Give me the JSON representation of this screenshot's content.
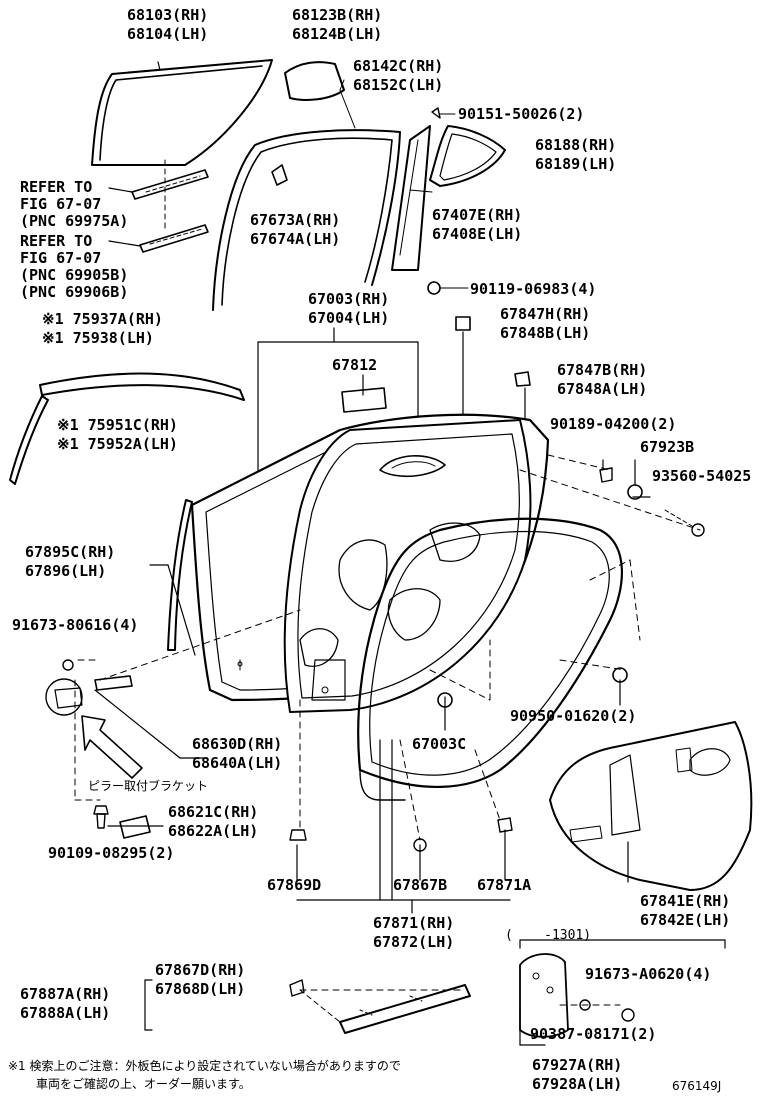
{
  "labels": {
    "p68103": "68103(RH)",
    "p68104": "68104(LH)",
    "p68123b": "68123B(RH)",
    "p68124b": "68124B(LH)",
    "p68142c": "68142C(RH)",
    "p68152c": "68152C(LH)",
    "p90151": "90151-50026(2)",
    "p68188": "68188(RH)",
    "p68189": "68189(LH)",
    "ref1_a": "REFER TO",
    "ref1_b": "FIG 67-07",
    "ref1_c": "(PNC 69975A)",
    "ref2_a": "REFER TO",
    "ref2_b": "FIG 67-07",
    "ref2_c": "(PNC 69905B)",
    "ref2_d": "(PNC 69906B)",
    "p67673a": "67673A(RH)",
    "p67674a": "67674A(LH)",
    "p67407e": "67407E(RH)",
    "p67408e": "67408E(LH)",
    "p90119": "90119-06983(4)",
    "p67003": "67003(RH)",
    "p67004": "67004(LH)",
    "p67847h": "67847H(RH)",
    "p67848b": "67848B(LH)",
    "p75937a": "※1 75937A(RH)",
    "p75938": "※1 75938(LH)",
    "p67812": "67812",
    "p67847b": "67847B(RH)",
    "p67848a": "67848A(LH)",
    "p75951c": "※1 75951C(RH)",
    "p75952a": "※1 75952A(LH)",
    "p90189": "90189-04200(2)",
    "p67923b": "67923B",
    "p93560": "93560-54025",
    "p67895c": "67895C(RH)",
    "p67896": "67896(LH)",
    "p91673_8": "91673-80616(4)",
    "p90950": "90950-01620(2)",
    "p68630d": "68630D(RH)",
    "p68640a": "68640A(LH)",
    "p67003c": "67003C",
    "pillar_note": "ピラー取付ブラケット",
    "p68621c": "68621C(RH)",
    "p68622a": "68622A(LH)",
    "p90109": "90109-08295(2)",
    "p67869d": "67869D",
    "p67867b": "67867B",
    "p67871a": "67871A",
    "p67841e": "67841E(RH)",
    "p67842e": "67842E(LH)",
    "p67871": "67871(RH)",
    "p67872": "67872(LH)",
    "range1301": "(    -1301)",
    "p67867d": "67867D(RH)",
    "p67868d": "67868D(LH)",
    "p91673_a": "91673-A0620(4)",
    "p67887a": "67887A(RH)",
    "p67888a": "67888A(LH)",
    "p90387": "90387-08171(2)",
    "p67927a": "67927A(RH)",
    "p67928a": "67928A(LH)",
    "footnote_1": "※1 検索上のご注意：外板色により設定されていない場合がありますので",
    "footnote_2": "車両をご確認の上、オーダー願います。",
    "figure_id": "676149J"
  }
}
